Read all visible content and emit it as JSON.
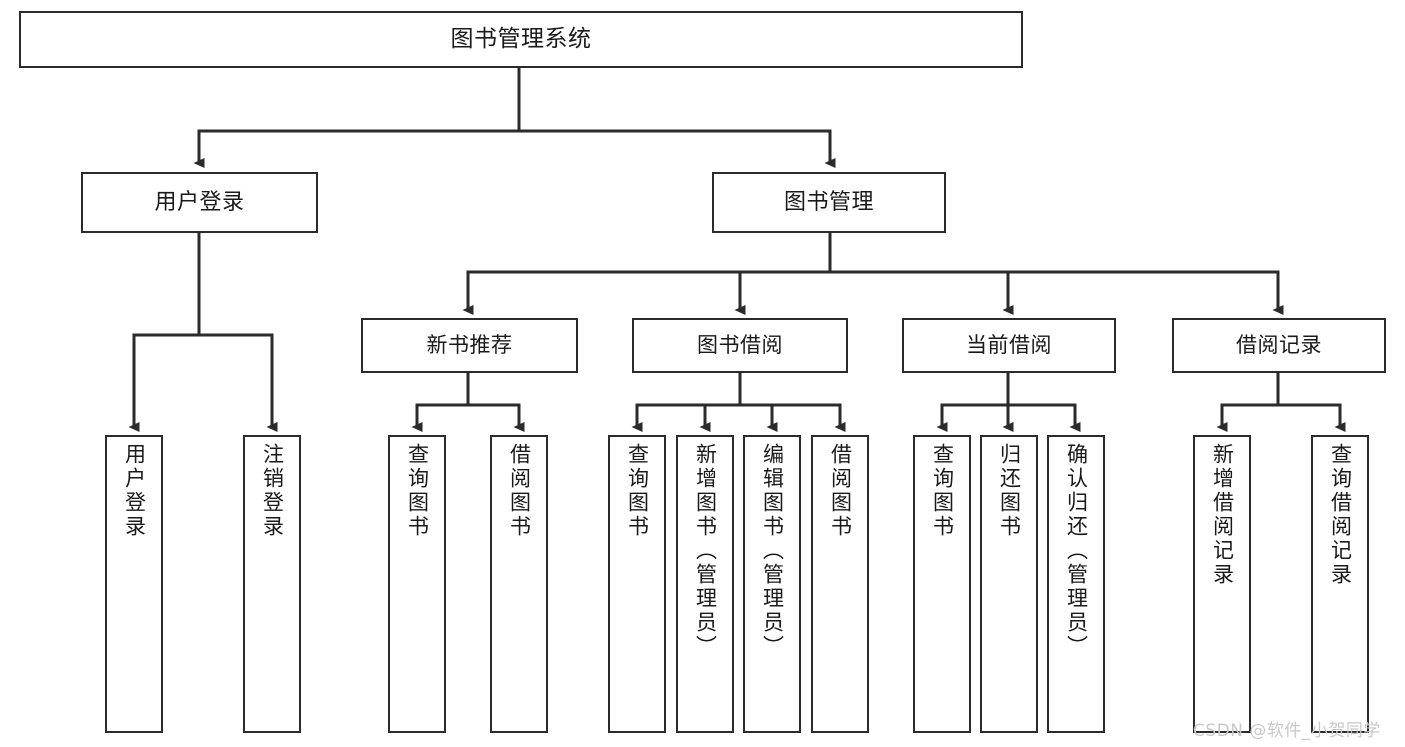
{
  "diagram": {
    "type": "tree",
    "title": "图书管理系统",
    "orientation": "top-down",
    "colors": {
      "box_border": "#2b2b2b",
      "box_fill": "#ffffff",
      "connector": "#2b2b2b",
      "text": "#1a1a1a",
      "watermark": "#c9c9c9",
      "background": "#ffffff"
    }
  },
  "root": {
    "label": "图书管理系统"
  },
  "level1": [
    {
      "label": "用户登录"
    },
    {
      "label": "图书管理"
    }
  ],
  "level2": [
    {
      "label": "新书推荐"
    },
    {
      "label": "图书借阅"
    },
    {
      "label": "当前借阅"
    },
    {
      "label": "借阅记录"
    }
  ],
  "leaves": {
    "user_login": [
      {
        "label": "用户登录"
      },
      {
        "label": "注销登录"
      }
    ],
    "new_book": [
      {
        "label": "查询图书"
      },
      {
        "label": "借阅图书"
      }
    ],
    "book_borrow": [
      {
        "label": "查询图书"
      },
      {
        "label": "新增图书（管理员）"
      },
      {
        "label": "编辑图书（管理员）"
      },
      {
        "label": "借阅图书"
      }
    ],
    "current_borrow": [
      {
        "label": "查询图书"
      },
      {
        "label": "归还图书"
      },
      {
        "label": "确认归还（管理员）"
      }
    ],
    "borrow_record": [
      {
        "label": "新增借阅记录"
      },
      {
        "label": "查询借阅记录"
      }
    ]
  },
  "watermark": {
    "text": "CSDN @软件_小贺同学"
  }
}
